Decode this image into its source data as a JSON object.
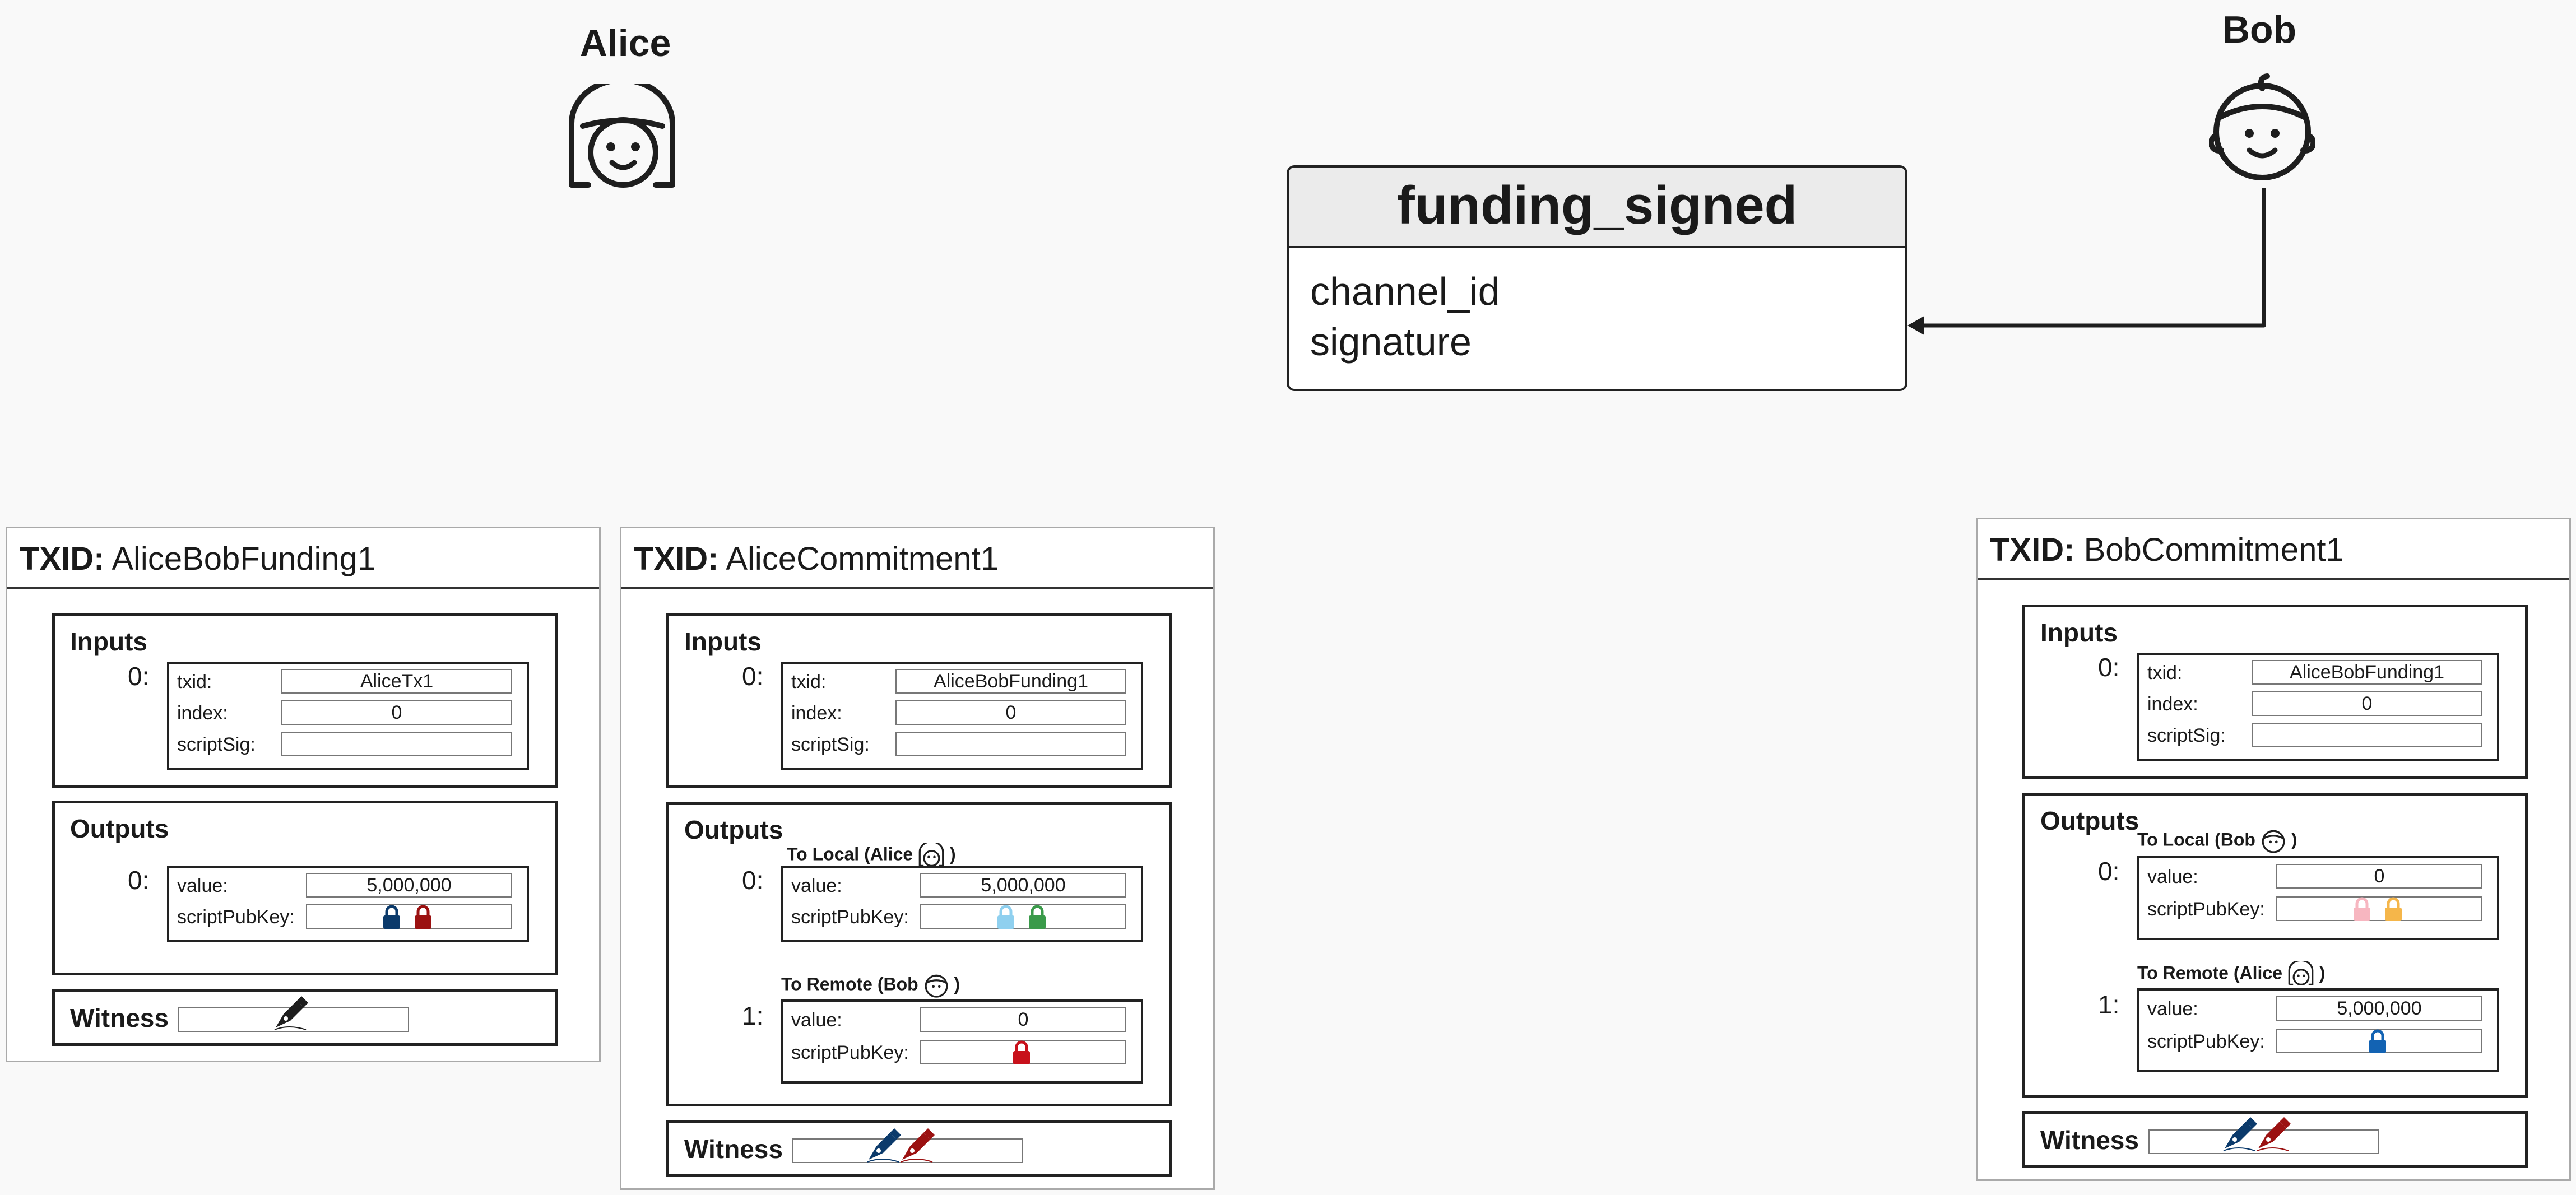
{
  "actors": {
    "alice": {
      "name": "Alice"
    },
    "bob": {
      "name": "Bob"
    }
  },
  "message": {
    "title": "funding_signed",
    "fields": [
      "channel_id",
      "signature"
    ]
  },
  "common": {
    "txid_prefix": "TXID:",
    "inputs": "Inputs",
    "outputs": "Outputs",
    "witness": "Witness",
    "txid": "txid:",
    "index": "index:",
    "scriptSig": "scriptSig:",
    "value": "value:",
    "scriptPubKey": "scriptPubKey:",
    "idx0": "0:",
    "idx1": "1:"
  },
  "tx_funding": {
    "txid": "AliceBobFunding1",
    "input": {
      "txid": "AliceTx1",
      "index": "0",
      "scriptSig": ""
    },
    "output": {
      "value": "5,000,000",
      "locks": [
        "#0b3a6b",
        "#9b1111"
      ]
    },
    "witness_pens": [
      "#1e1e1e"
    ]
  },
  "tx_alice_commit": {
    "txid": "AliceCommitment1",
    "input": {
      "txid": "AliceBobFunding1",
      "index": "0",
      "scriptSig": ""
    },
    "out0": {
      "title": "To Local (Alice",
      "title_end": ")",
      "value": "5,000,000",
      "locks": [
        "#8fd0ef",
        "#3a9a4a"
      ]
    },
    "out1": {
      "title": "To Remote (Bob",
      "title_end": ")",
      "value": "0",
      "locks": [
        "#c8111b"
      ]
    },
    "witness_pens": [
      "#0b3a6b",
      "#9b1111"
    ]
  },
  "tx_bob_commit": {
    "txid": "BobCommitment1",
    "input": {
      "txid": "AliceBobFunding1",
      "index": "0",
      "scriptSig": ""
    },
    "out0": {
      "title": "To Local (Bob",
      "title_end": ")",
      "value": "0",
      "locks": [
        "#f7b6c0",
        "#f5b64a"
      ]
    },
    "out1": {
      "title": "To Remote (Alice",
      "title_end": ")",
      "value": "5,000,000",
      "locks": [
        "#1363b3"
      ]
    },
    "witness_pens": [
      "#0b3a6b",
      "#9b1111"
    ]
  },
  "icons": {
    "alice": "alice-avatar-icon",
    "bob": "bob-avatar-icon",
    "lock": "padlock-icon",
    "pen": "fountain-pen-icon"
  }
}
